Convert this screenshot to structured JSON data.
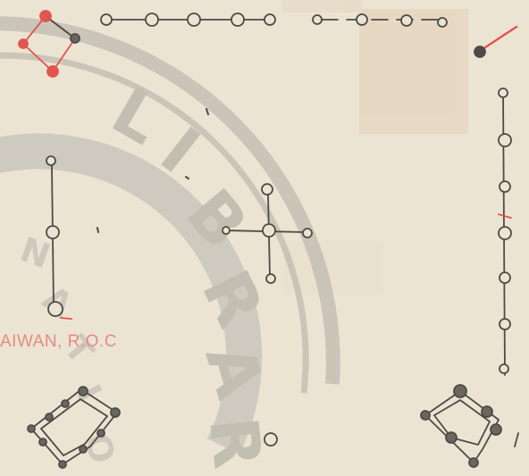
{
  "document": {
    "stamp": {
      "kind": "library-seal",
      "seal_lettering": "LIBRARY",
      "bottom_text": "AIWAN, R.O.C",
      "ink_color": "#e58a86",
      "seal_color": "#b9b4ab"
    },
    "drawing": {
      "ink_color": "#4e4b46",
      "highlight_color": "#e0554e",
      "paper_color": "#ece4d3",
      "tape_color": "#e3d2ba"
    }
  }
}
